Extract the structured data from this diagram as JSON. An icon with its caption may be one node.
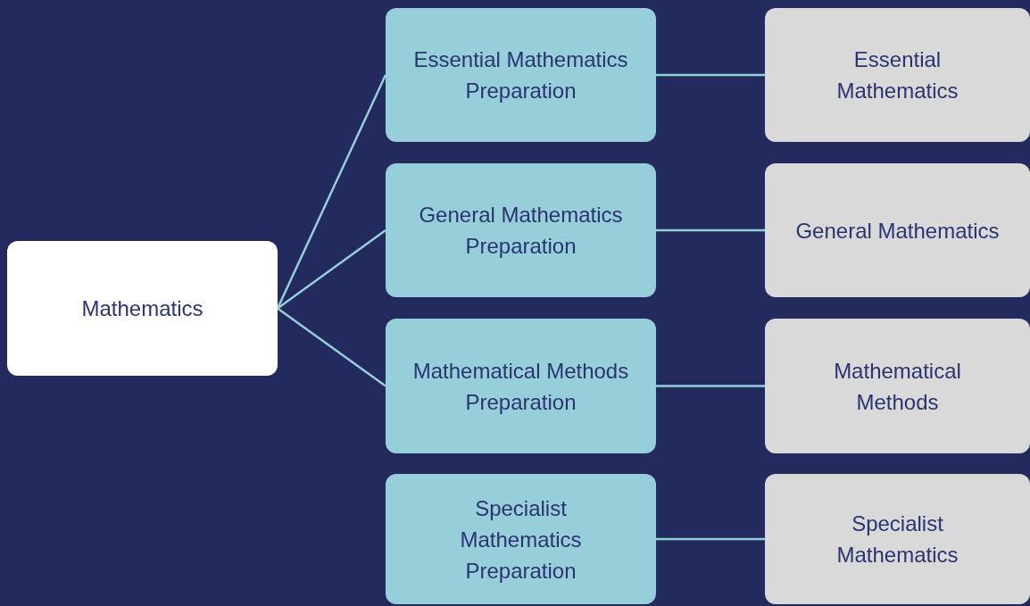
{
  "diagram": {
    "nodes": [
      {
        "text": [
          "Mathematics"
        ]
      },
      {
        "text": [
          "Essential Mathematics Preparation"
        ]
      },
      {
        "text": [
          "Essential Mathematics"
        ]
      },
      {
        "text": [
          "General Mathematics Preparation"
        ]
      },
      {
        "text": [
          "General Mathematics"
        ]
      },
      {
        "text": [
          "Mathematical Methods Preparation"
        ]
      },
      {
        "text": [
          "Mathematical Methods"
        ]
      },
      {
        "text": [
          "Specialist Mathematics Preparation"
        ]
      },
      {
        "text": [
          "Specialist Mathematics"
        ]
      }
    ],
    "edges": [
      {
        "from": 0,
        "to": 1,
        "arrow": "none"
      },
      {
        "from": 0,
        "to": 3,
        "arrow": "none"
      },
      {
        "from": 0,
        "to": 5,
        "arrow": "none"
      },
      {
        "from": 1,
        "to": 2,
        "arrow": "none"
      },
      {
        "from": 3,
        "to": 4,
        "arrow": "none"
      },
      {
        "from": 5,
        "to": 6,
        "arrow": "none"
      },
      {
        "from": 7,
        "to": 8,
        "arrow": "none"
      }
    ]
  }
}
